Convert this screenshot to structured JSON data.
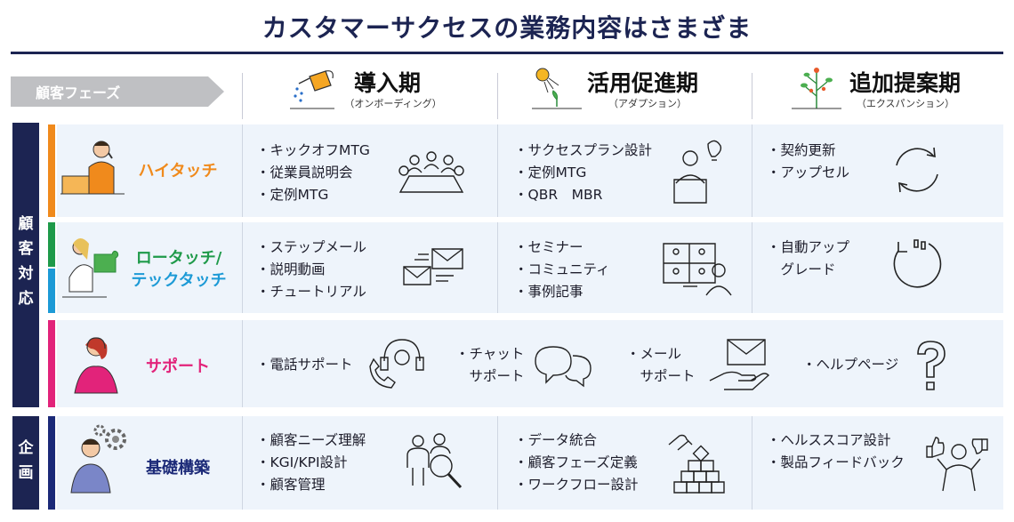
{
  "title": "カスタマーサクセスの業務内容はさまざま",
  "header": {
    "phase_label": "顧客フェーズ",
    "phases": [
      {
        "title": "導入期",
        "subtitle": "（オンボーディング）"
      },
      {
        "title": "活用促進期",
        "subtitle": "（アダプション）"
      },
      {
        "title": "追加提案期",
        "subtitle": "（エクスパンション）"
      }
    ]
  },
  "groups": {
    "customer_response": "顧客対応",
    "planning": "企画"
  },
  "rows": [
    {
      "label": "ハイタッチ",
      "color": "#f08a1c",
      "cells": [
        [
          "・キックオフMTG",
          "・従業員説明会",
          "・定例MTG"
        ],
        [
          "・サクセスプラン設計",
          "・定例MTG",
          "・QBR　MBR"
        ],
        [
          "・契約更新",
          "・アップセル"
        ]
      ]
    },
    {
      "label_line1": "ロータッチ/",
      "label_line2": "テックタッチ",
      "color_line1": "#1f9a4a",
      "color_line2": "#1d9ad6",
      "cells": [
        [
          "・ステップメール",
          "・説明動画",
          "・チュートリアル"
        ],
        [
          "・セミナー",
          "・コミュニティ",
          "・事例記事"
        ],
        [
          "・自動アップ",
          "　グレード"
        ]
      ]
    },
    {
      "label": "サポート",
      "color": "#e2237a",
      "items": [
        "・電話サポート",
        "・チャット",
        "　サポート",
        "・メール",
        "　サポート",
        "・ヘルプページ"
      ]
    },
    {
      "label": "基礎構築",
      "color": "#1c2a78",
      "cells": [
        [
          "・顧客ニーズ理解",
          "・KGI/KPI設計",
          "・顧客管理"
        ],
        [
          "・データ統合",
          "・顧客フェーズ定義",
          "・ワークフロー設計"
        ],
        [
          "・ヘルススコア設計",
          "・製品フィードバック"
        ]
      ]
    }
  ],
  "icons": {
    "phase1": "watering-can-icon",
    "phase2": "sun-sprout-icon",
    "phase3": "tree-icon",
    "r1c1": "meeting-table-icon",
    "r1c2": "presenter-idea-icon",
    "r1c3": "cycle-arrows-icon",
    "r2c1": "mail-stack-icon",
    "r2c2": "video-conference-icon",
    "r2c3": "refresh-arrow-icon",
    "r3a": "headset-phone-icon",
    "r3b": "chat-bubbles-icon",
    "r3c": "mail-hand-icon",
    "r3d": "question-mark-icon",
    "r4c1": "team-search-icon",
    "r4c2": "cubes-hand-icon",
    "r4c3": "thumbs-feedback-icon"
  }
}
